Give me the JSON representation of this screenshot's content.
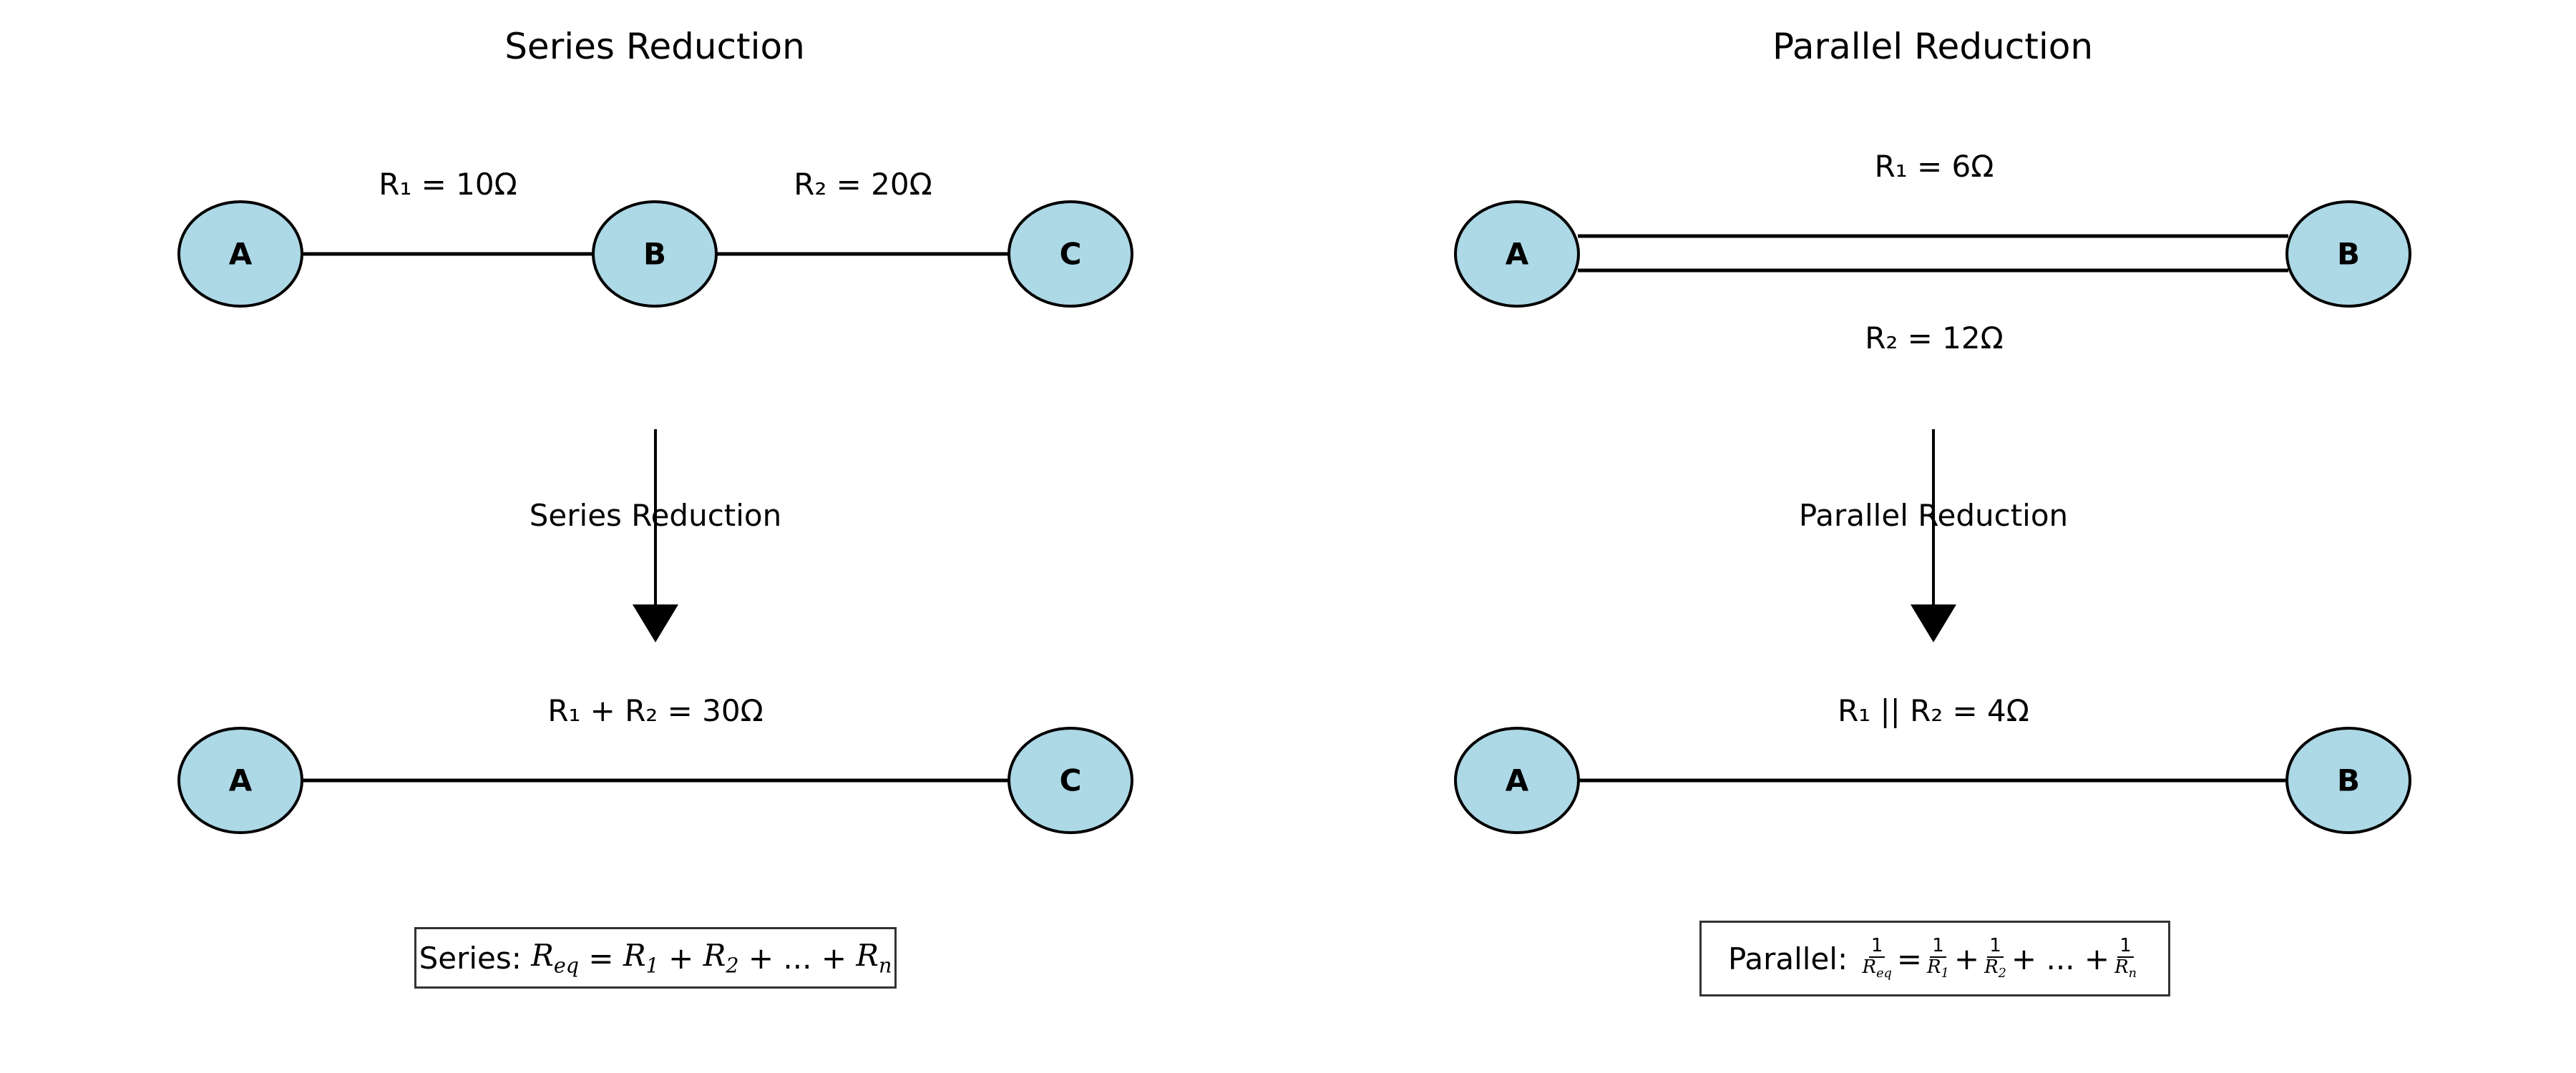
{
  "series": {
    "title": "Series Reduction",
    "top_nodes": [
      "A",
      "B",
      "C"
    ],
    "r1_label": "R₁ = 10Ω",
    "r2_label": "R₂ = 20Ω",
    "arrow_label": "Series Reduction",
    "result_label": "R₁ + R₂ = 30Ω",
    "bottom_nodes": [
      "A",
      "C"
    ],
    "formula": {
      "prefix": "Series:",
      "lhs": "R",
      "lhs_sub": "eq",
      "eq": "=",
      "t1": "R",
      "t1_sub": "1",
      "plus1": "+",
      "t2": "R",
      "t2_sub": "2",
      "plus2": "+",
      "dots": "...",
      "plus3": "+",
      "tn": "R",
      "tn_sub": "n"
    }
  },
  "parallel": {
    "title": "Parallel Reduction",
    "top_nodes": [
      "A",
      "B"
    ],
    "r1_label": "R₁ = 6Ω",
    "r2_label": "R₂ = 12Ω",
    "arrow_label": "Parallel Reduction",
    "result_label": "R₁ || R₂ = 4Ω",
    "bottom_nodes": [
      "A",
      "B"
    ],
    "formula": {
      "prefix": "Parallel:",
      "one": "1",
      "lhs": "R",
      "lhs_sub": "eq",
      "eq": "=",
      "t1": "R",
      "t1_sub": "1",
      "plus1": "+",
      "t2": "R",
      "t2_sub": "2",
      "plus2": "+",
      "dots": "...",
      "plus3": "+",
      "tn": "R",
      "tn_sub": "n"
    }
  },
  "colors": {
    "node_fill": "#add8e6",
    "stroke": "#000000",
    "box_border": "#333333"
  }
}
